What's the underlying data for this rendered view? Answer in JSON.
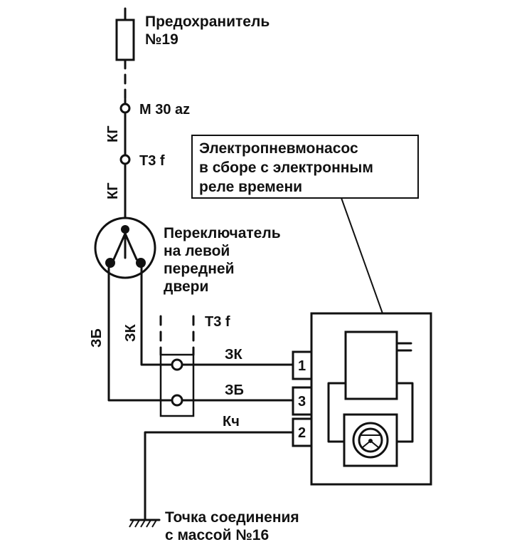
{
  "labels": {
    "fuse": [
      "Предохранитель",
      "№19"
    ],
    "connector_m30": "M 30 az",
    "connector_t3f_top": "T3 f",
    "connector_t3f_mid": "T3 f",
    "wire_kg_upper": "КГ",
    "wire_kg_lower": "КГ",
    "pump": [
      "Электропневмонасос",
      "в сборе с электронным",
      "реле времени"
    ],
    "switch": [
      "Переключатель",
      "на левой",
      "передней",
      "двери"
    ],
    "wire_zb_vertical": "ЗБ",
    "wire_zk_vertical": "ЗК",
    "wire_zk_horizontal": "ЗК",
    "wire_zb_horizontal": "ЗБ",
    "wire_kch_horizontal": "Кч",
    "pin_1": "1",
    "pin_3": "3",
    "pin_2": "2",
    "ground": [
      "Точка соединения",
      "с массой №16"
    ]
  }
}
